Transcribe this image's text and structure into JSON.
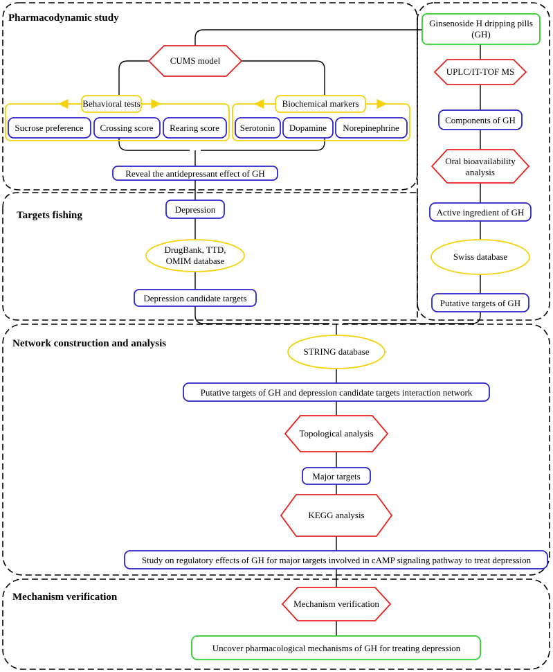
{
  "sections": {
    "pharmacodynamic": "Pharmacodynamic study",
    "targets_fishing": "Targets fishing",
    "network": "Network construction and analysis",
    "mechanism": "Mechanism verification"
  },
  "nodes": {
    "gh": [
      "Ginsenoside H dripping pills",
      "(GH)"
    ],
    "cums": [
      "CUMS model"
    ],
    "behavioral": [
      "Behavioral tests"
    ],
    "biochemical": [
      "Biochemical markers"
    ],
    "sucrose": [
      "Sucrose preference"
    ],
    "crossing": [
      "Crossing score"
    ],
    "rearing": [
      "Rearing score"
    ],
    "serotonin": [
      "Serotonin"
    ],
    "dopamine": [
      "Dopamine"
    ],
    "norepinephrine": [
      "Norepinephrine"
    ],
    "reveal": [
      "Reveal the antidepressant effect of GH"
    ],
    "uplc": [
      "UPLC/IT-TOF MS"
    ],
    "components": [
      "Components of GH"
    ],
    "oral": [
      "Oral bioavailability",
      "analysis"
    ],
    "active": [
      "Active ingredient of GH"
    ],
    "swiss": [
      "Swiss database"
    ],
    "putative": [
      "Putative targets of GH"
    ],
    "depression": [
      "Depression"
    ],
    "drugbank": [
      "DrugBank, TTD,",
      "OMIM database"
    ],
    "candidates": [
      "Depression candidate targets"
    ],
    "string": [
      "STRING database"
    ],
    "network_node": [
      "Putative targets of GH and depression candidate targets interaction network"
    ],
    "topological": [
      "Topological analysis"
    ],
    "major": [
      "Major targets"
    ],
    "kegg": [
      "KEGG analysis"
    ],
    "study": [
      "Study on regulatory effects of GH for major targets involved in cAMP signaling pathway to treat depression"
    ],
    "mech_verif": [
      "Mechanism verification"
    ],
    "uncover": [
      "Uncover pharmacological mechanisms of GH for treating depression"
    ]
  },
  "colors": {
    "blue": "#2b22cc",
    "red": "#e8201c",
    "yellow": "#f5d20a",
    "green": "#2ecc2e",
    "line": "#000000"
  }
}
